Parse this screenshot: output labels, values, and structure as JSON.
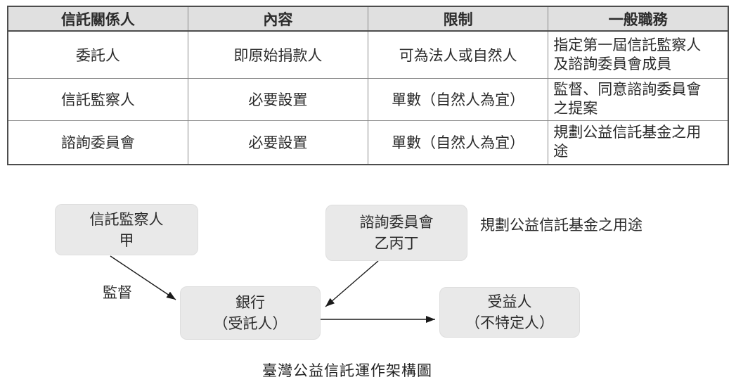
{
  "table": {
    "headers": [
      "信託關係人",
      "內容",
      "限制",
      "一般職務"
    ],
    "rows": [
      [
        "委託人",
        "即原始捐款人",
        "可為法人或自然人",
        "指定第一屆信託監察人\n及諮詢委員會成員"
      ],
      [
        "信託監察人",
        "必要設置",
        "單數（自然人為宜）",
        "監督、同意諮詢委員會\n之提案"
      ],
      [
        "諮詢委員會",
        "必要設置",
        "單數（自然人為宜）",
        "規劃公益信託基金之用\n途"
      ]
    ]
  },
  "diagram": {
    "nodes": {
      "supervisor": {
        "line1": "信託監察人",
        "line2": "甲"
      },
      "committee": {
        "line1": "諮詢委員會",
        "line2": "乙丙丁"
      },
      "bank": {
        "line1": "銀行",
        "line2": "（受託人）"
      },
      "beneficiary": {
        "line1": "受益人",
        "line2": "（不特定人）"
      }
    },
    "labels": {
      "supervise": "監督",
      "committee_role": "規劃公益信託基金之用途"
    },
    "caption": "臺灣公益信託運作架構圖"
  },
  "colors": {
    "header_bg": "#e0e0e0",
    "box_bg": "#e9e9e9",
    "border_light": "#8a8a8a",
    "border_dark": "#4d4d4d",
    "text": "#2b2b2b",
    "arrow": "#1a1a1a"
  }
}
